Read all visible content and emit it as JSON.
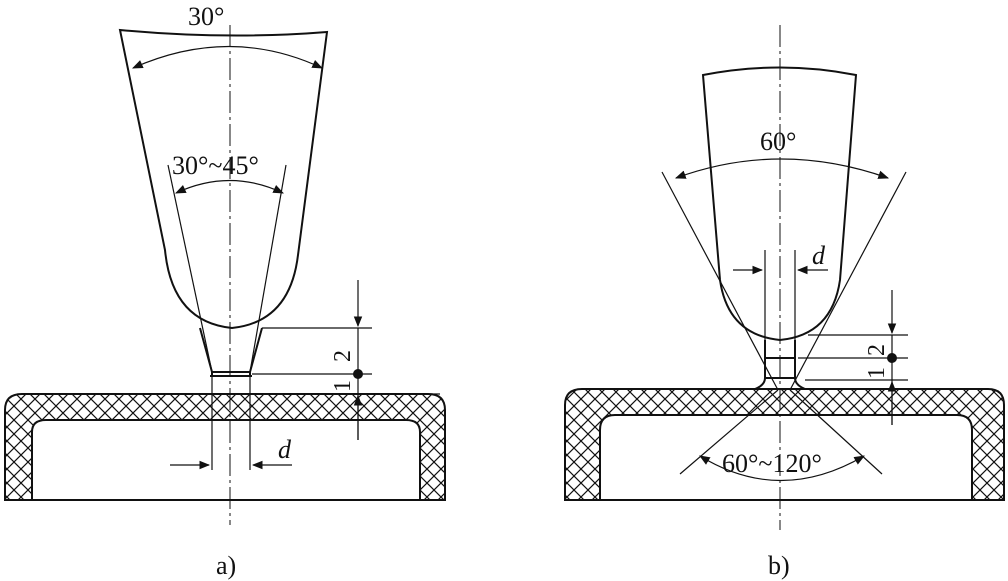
{
  "figure_a": {
    "caption": "a)",
    "tool_angle": "30°",
    "cone_angle": "30°~45°",
    "dim_d": "d",
    "dim_upper": "2",
    "dim_lower": "1"
  },
  "figure_b": {
    "caption": "b)",
    "tool_angle": "60°",
    "bottom_angle": "60°~120°",
    "dim_d": "d",
    "dim_upper": "2",
    "dim_lower": "1"
  }
}
